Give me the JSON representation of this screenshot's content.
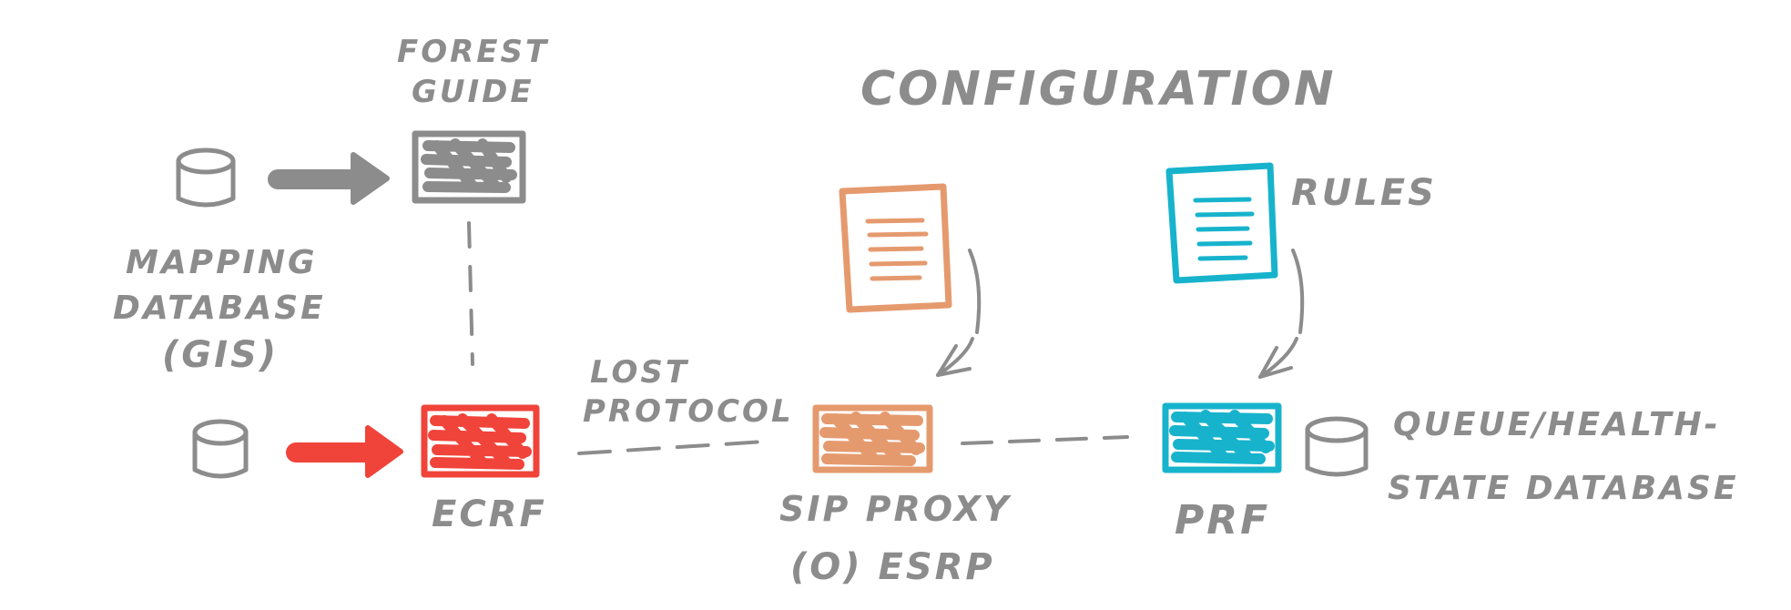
{
  "title": "CONFIGURATION",
  "colors": {
    "gray": "#8c8c8c",
    "red": "#f0433a",
    "orange": "#e59a6e",
    "cyan": "#17b3cc"
  },
  "nodes": {
    "forest_guide": {
      "label_line1": "FOREST",
      "label_line2": "GUIDE",
      "icon": "server-box-icon"
    },
    "ecrf": {
      "label": "ECRF",
      "icon": "server-box-icon"
    },
    "sip_proxy": {
      "label_line1": "SIP PROXY",
      "label_line2": "(O) ESRP",
      "icon": "server-box-icon"
    },
    "prf": {
      "label": "PRF",
      "icon": "server-box-icon"
    }
  },
  "databases": {
    "mapping": {
      "label_line1": "MAPPING",
      "label_line2": "DATABASE",
      "label_line3": "(GIS)",
      "icon": "database-icon"
    },
    "queue": {
      "label_line1": "QUEUE/HEALTH-",
      "label_line2": "STATE DATABASE",
      "icon": "database-icon"
    }
  },
  "documents": {
    "orange_config": {
      "icon": "document-icon"
    },
    "rules": {
      "label": "RULES",
      "icon": "document-icon"
    }
  },
  "connections": {
    "lost_protocol": {
      "label_line1": "LOST",
      "label_line2": "PROTOCOL"
    }
  }
}
